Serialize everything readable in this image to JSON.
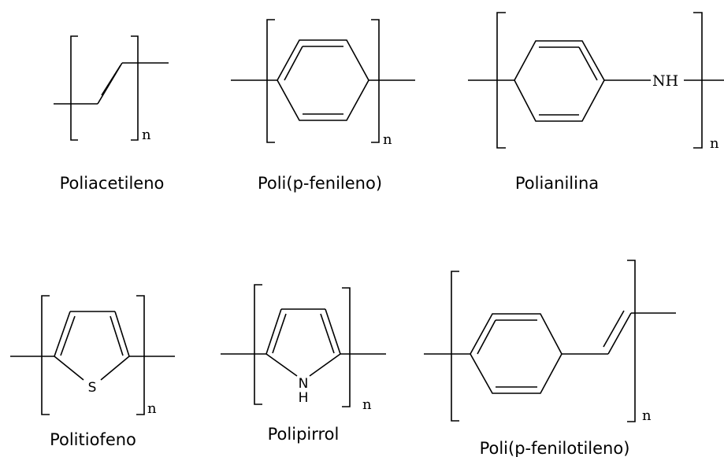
{
  "polymers": [
    {
      "name": "Poliacetileno",
      "repeat_subscript": "n"
    },
    {
      "name": "Poli(p-fenileno)",
      "repeat_subscript": "n"
    },
    {
      "name": "Polianilina",
      "repeat_subscript": "n",
      "atom_label": "NH"
    },
    {
      "name": "Politiofeno",
      "repeat_subscript": "n",
      "atom_label": "S"
    },
    {
      "name": "Polipirrol",
      "repeat_subscript": "n",
      "atom_label": "N",
      "atom_label_h": "H"
    },
    {
      "name": "Poli(p-fenilotileno)",
      "repeat_subscript": "n"
    }
  ]
}
